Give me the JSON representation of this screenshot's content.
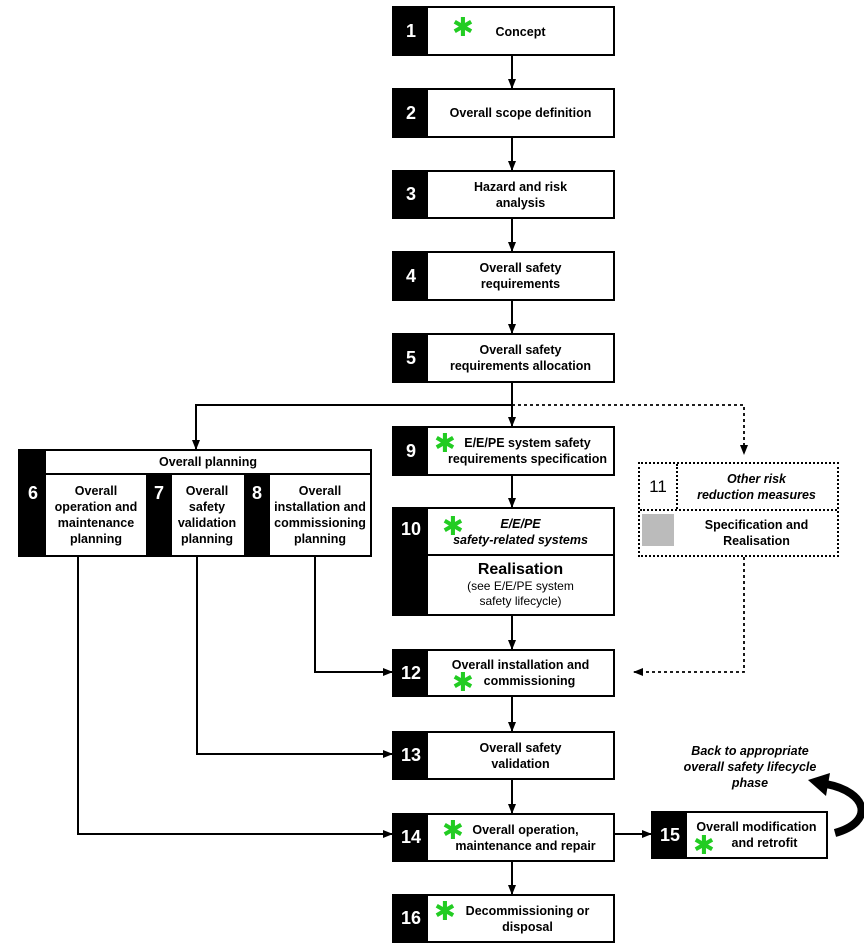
{
  "steps": {
    "s1": {
      "num": "1",
      "label": "Concept"
    },
    "s2": {
      "num": "2",
      "label": "Overall scope definition"
    },
    "s3": {
      "num": "3",
      "line1": "Hazard and risk",
      "line2": "analysis"
    },
    "s4": {
      "num": "4",
      "line1": "Overall safety",
      "line2": "requirements"
    },
    "s5": {
      "num": "5",
      "line1": "Overall safety",
      "line2": "requirements allocation"
    },
    "s9": {
      "num": "9",
      "line1": "E/E/PE system safety",
      "line2": "requirements specification"
    },
    "s10": {
      "num": "10",
      "line1": "E/E/PE",
      "line2": "safety-related systems",
      "title": "Realisation",
      "sub1": "(see E/E/PE system",
      "sub2": "safety lifecycle)"
    },
    "s11": {
      "num": "11",
      "line1": "Other risk",
      "line2": "reduction measures",
      "spec1": "Specification and",
      "spec2": "Realisation"
    },
    "s12": {
      "num": "12",
      "line1": "Overall installation and",
      "line2": "commissioning"
    },
    "s13": {
      "num": "13",
      "line1": "Overall safety",
      "line2": "validation"
    },
    "s14": {
      "num": "14",
      "line1": "Overall operation,",
      "line2": "maintenance and repair"
    },
    "s15": {
      "num": "15",
      "line1": "Overall modification",
      "line2": "and retrofit"
    },
    "s16": {
      "num": "16",
      "line1": "Decommissioning or",
      "line2": "disposal"
    }
  },
  "planning": {
    "header": "Overall planning",
    "p6": {
      "num": "6",
      "l1": "Overall",
      "l2": "operation and",
      "l3": "maintenance",
      "l4": "planning"
    },
    "p7": {
      "num": "7",
      "l1": "Overall",
      "l2": "safety",
      "l3": "validation",
      "l4": "planning"
    },
    "p8": {
      "num": "8",
      "l1": "Overall",
      "l2": "installation and",
      "l3": "commissioning",
      "l4": "planning"
    }
  },
  "note": {
    "line1": "Back to appropriate",
    "line2": "overall safety lifecycle",
    "line3": "phase"
  },
  "star_symbol": "✱",
  "colors": {
    "star": "#22cc22",
    "number_block": "#000000",
    "placeholder": "#bbbbbb"
  }
}
